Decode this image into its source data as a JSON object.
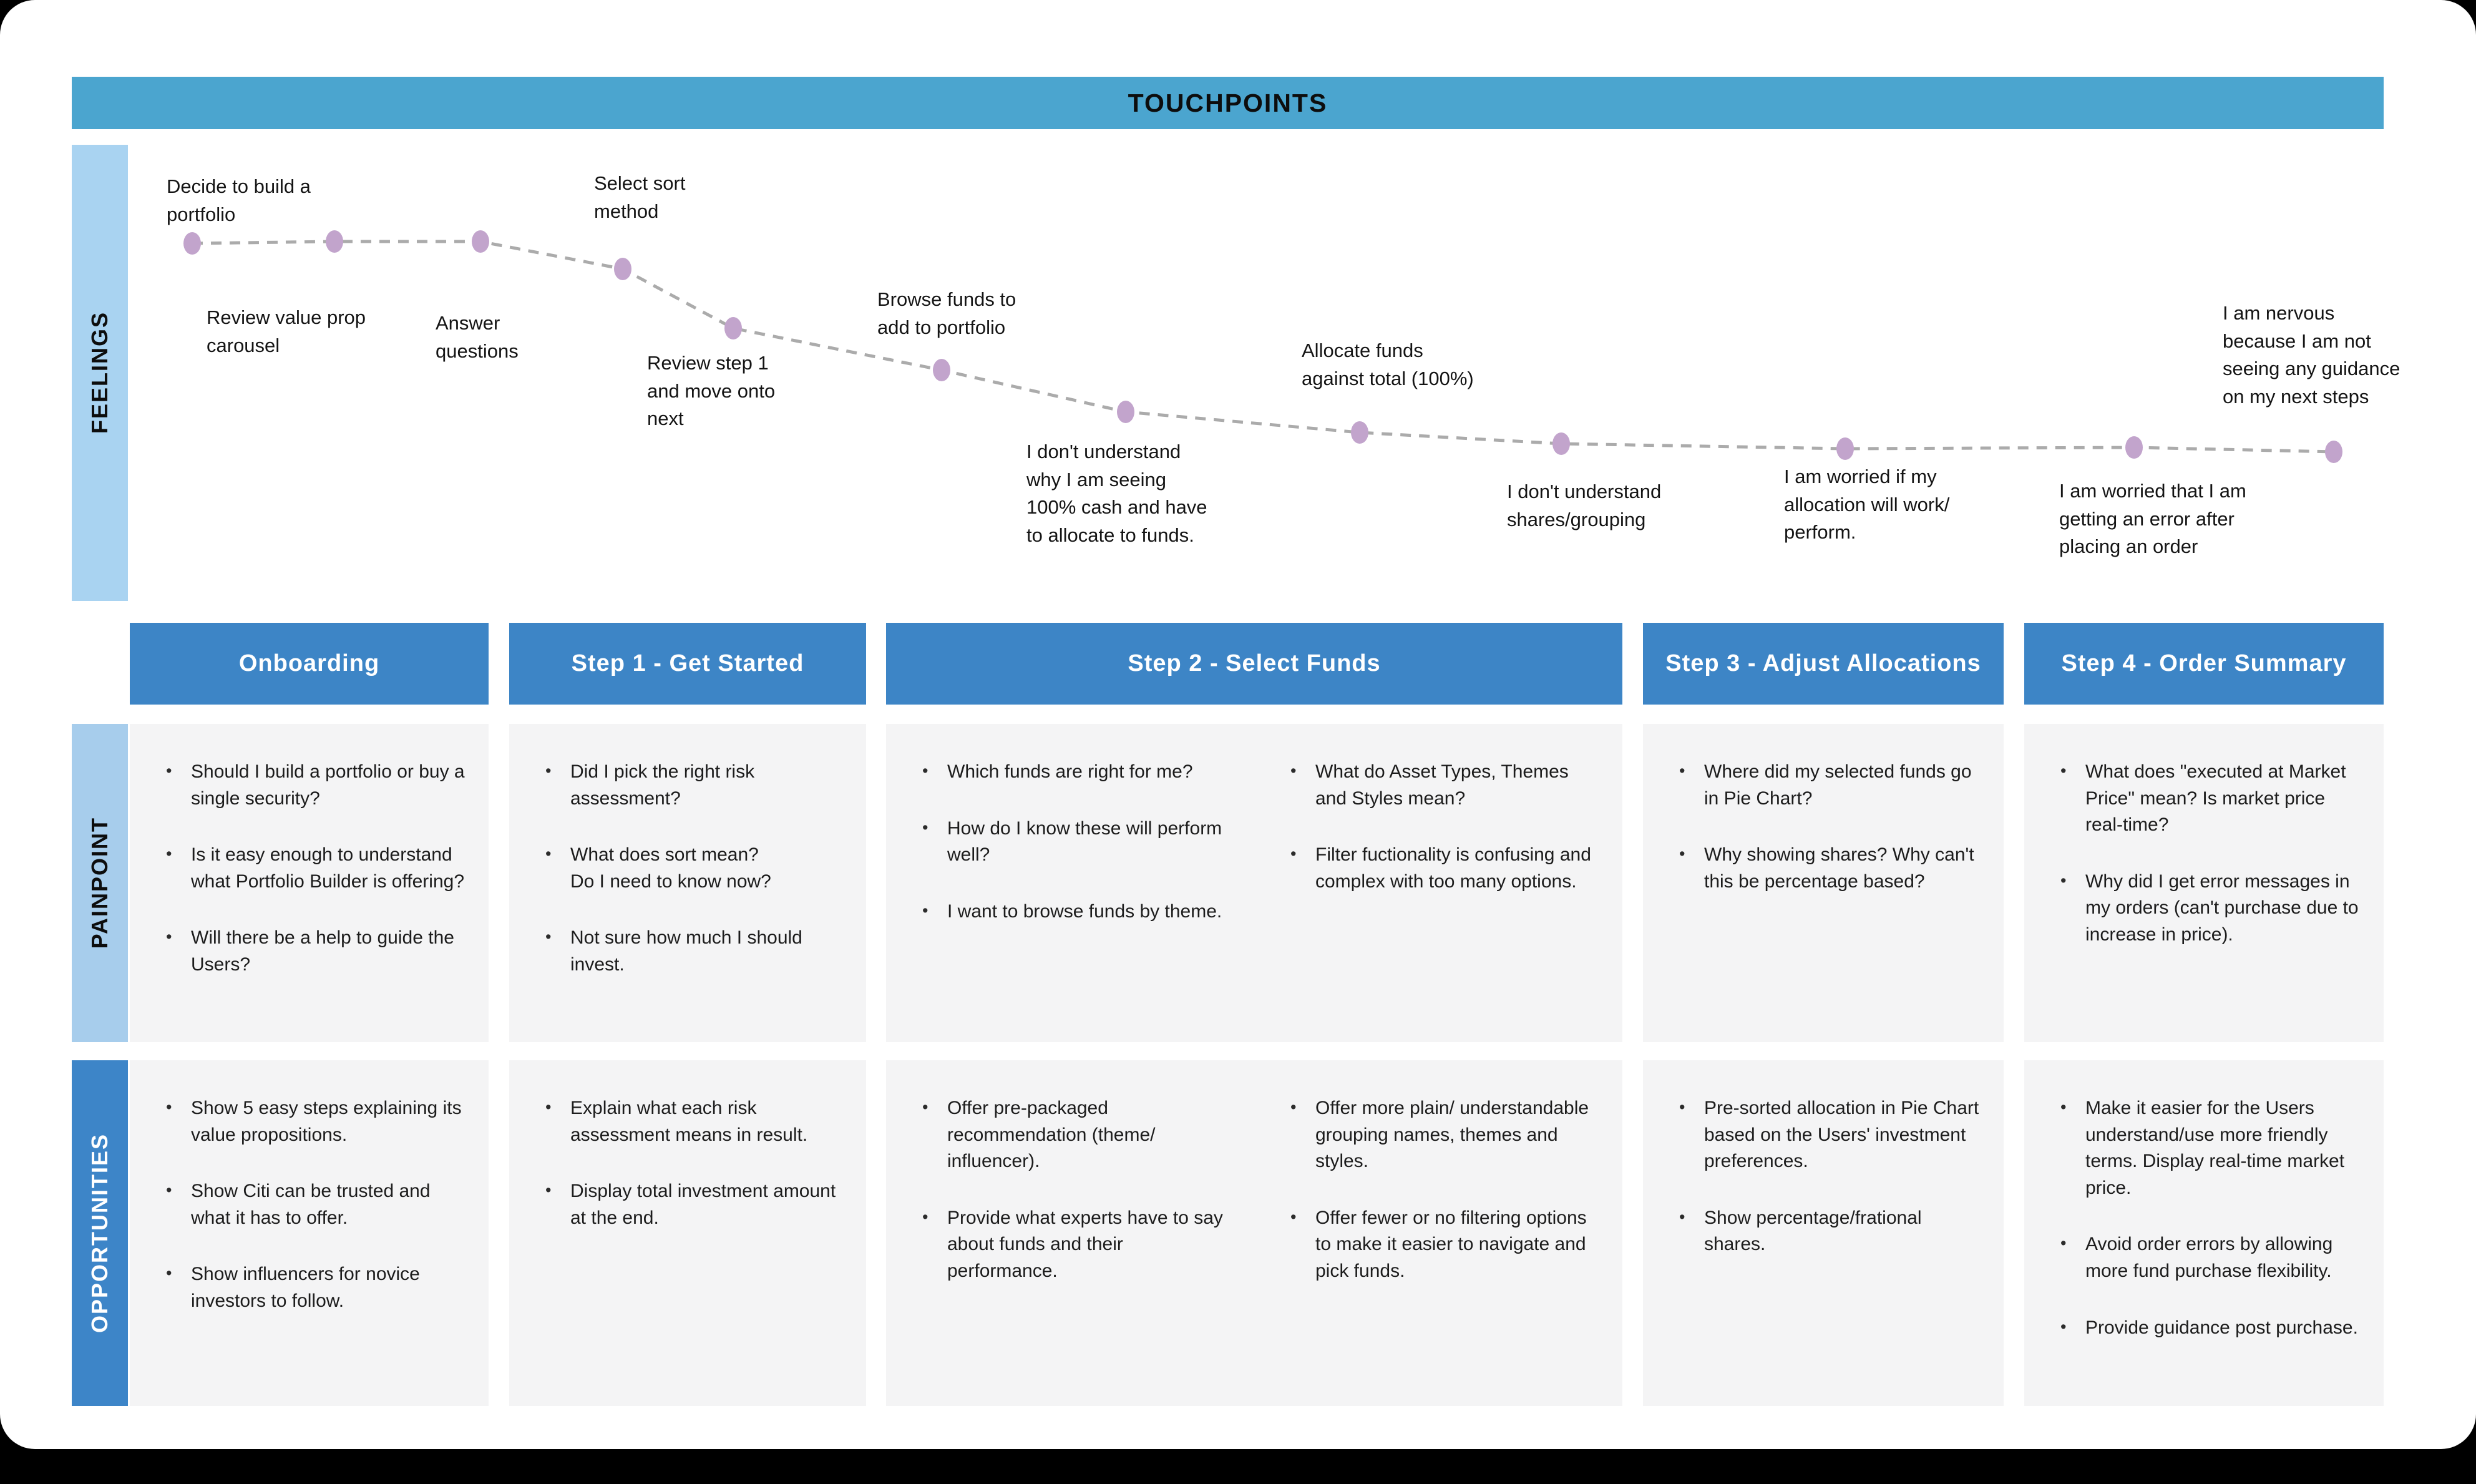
{
  "frame": {
    "touchpoints_label": "TOUCHPOINTS"
  },
  "rails": {
    "feelings": "FEELINGS",
    "painpoint": "PAINPOINT",
    "opportunities": "OPPORTUNITIES"
  },
  "colors": {
    "touchpoints_bar": "#4BA5CF",
    "light_rail": "#A9D3F1",
    "dark_rail": "#3D85C8",
    "stage_header": "#3D85C6",
    "cell_bg": "#F4F4F5",
    "dot": "#C2A4CC",
    "dashed_line": "#ABABAB"
  },
  "journey": {
    "points": [
      {
        "label": "Decide to build a\nportfolio"
      },
      {
        "label": "Review value prop\ncarousel"
      },
      {
        "label": "Answer\nquestions"
      },
      {
        "label": "Select sort\nmethod"
      },
      {
        "label": "Review step 1\nand move onto\nnext"
      },
      {
        "label": "Browse funds to\nadd to portfolio"
      },
      {
        "label": "I don't understand\nwhy I am seeing\n100% cash and have\nto allocate to funds."
      },
      {
        "label": "Allocate funds\nagainst total (100%)"
      },
      {
        "label": "I don't understand\nshares/grouping"
      },
      {
        "label": "I am worried if my\nallocation will work/\nperform."
      },
      {
        "label": "I am worried that I am\ngetting an error after\nplacing an order"
      },
      {
        "label": "I am nervous\nbecause I am not\nseeing any guidance\non my next steps"
      }
    ]
  },
  "columns": [
    {
      "header": "Onboarding",
      "painpoints": [
        "Should I build a portfolio or buy a single security?",
        "Is it easy enough to understand what Portfolio Builder is offering?",
        "Will there be a help to guide the Users?"
      ],
      "opportunities": [
        "Show 5 easy steps explaining its value propositions.",
        "Show Citi can be trusted and what it has to offer.",
        "Show influencers for novice investors to follow."
      ]
    },
    {
      "header": "Step 1 - Get Started",
      "painpoints": [
        "Did I pick the right risk assessment?",
        "What does sort mean?\nDo I need to know now?",
        "Not sure how much I should invest."
      ],
      "opportunities": [
        "Explain what each risk assessment means in result.",
        "Display total investment amount at the end."
      ]
    },
    {
      "header": "Step 2 - Select Funds",
      "painpoints_left": [
        "Which funds are right for me?",
        "How do I know these will perform well?",
        "I want to browse funds by theme."
      ],
      "painpoints_right": [
        "What do Asset Types, Themes and Styles mean?",
        "Filter fuctionality is confusing and complex with too many options."
      ],
      "opportunities_left": [
        "Offer pre-packaged recommendation (theme/ influencer).",
        "Provide what experts have to say about funds and their performance."
      ],
      "opportunities_right": [
        "Offer more plain/ understandable grouping names, themes and styles.",
        "Offer fewer or no filtering options to make it easier to navigate and pick funds."
      ]
    },
    {
      "header": "Step 3 - Adjust Allocations",
      "painpoints": [
        "Where did my selected funds go in Pie Chart?",
        "Why showing shares? Why can't this be percentage based?"
      ],
      "opportunities": [
        "Pre-sorted allocation in Pie Chart based on the Users' investment preferences.",
        "Show percentage/frational shares."
      ]
    },
    {
      "header": "Step 4 - Order Summary",
      "painpoints": [
        "What does \"executed at Market Price\" mean? Is market price real-time?",
        "Why did I get error messages in my orders (can't purchase due to increase in price)."
      ],
      "opportunities": [
        "Make it easier for the Users understand/use more friendly terms. Display real-time market price.",
        "Avoid order errors by allowing more fund purchase flexibility.",
        "Provide guidance post purchase."
      ]
    }
  ]
}
